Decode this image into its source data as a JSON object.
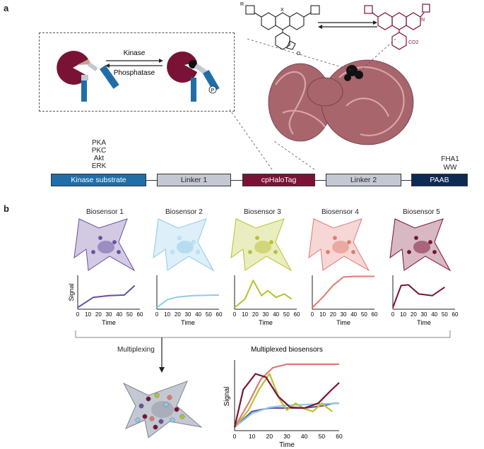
{
  "panels": {
    "a": "a",
    "b": "b"
  },
  "switch_box": {
    "kinase": "Kinase",
    "phosphatase": "Phosphatase",
    "phospho": "P"
  },
  "dye": {
    "x_label": "X",
    "r_label": "R",
    "n_label": "N",
    "o_label": "O",
    "co2_label": "CO2"
  },
  "kinases": [
    "PKA",
    "PKC",
    "Akt",
    "ERK"
  ],
  "paab_domains": [
    "FHA1",
    "WW"
  ],
  "construct": {
    "kinase_substrate": "Kinase substrate",
    "linker1": "Linker 1",
    "cphalotag": "cpHaloTag",
    "linker2": "Linker 2",
    "paab": "PAAB"
  },
  "colors": {
    "biosensor1": "#6a4fa0",
    "biosensor2": "#8ecbe6",
    "biosensor3": "#b8c22e",
    "biosensor4": "#e07a72",
    "biosensor5": "#7a1236",
    "kinase_substrate_bar": "#1f6ea8",
    "cphalotag_bar": "#7a1236",
    "paab_bar": "#0d2a55",
    "linker_bar": "#c3c8d3",
    "protein": "#a8656c"
  },
  "biosensors": [
    {
      "name": "Biosensor 1"
    },
    {
      "name": "Biosensor 2"
    },
    {
      "name": "Biosensor 3"
    },
    {
      "name": "Biosensor 4"
    },
    {
      "name": "Biosensor 5"
    }
  ],
  "small_plot_axes": {
    "ylabel": "Signal",
    "xlabel": "Time",
    "ticks": [
      "0",
      "10",
      "20",
      "30",
      "40",
      "50",
      "60"
    ]
  },
  "multiplexing_label": "Multiplexing",
  "chart_data": {
    "type": "line",
    "title": "Multiplexed biosensors",
    "xlabel": "Time",
    "ylabel": "Signal",
    "xlim": [
      0,
      60
    ],
    "x_ticks": [
      "0",
      "10",
      "20",
      "30",
      "40",
      "50",
      "60"
    ],
    "series": [
      {
        "color": "#6a4fa0",
        "x": [
          0,
          10,
          20,
          30,
          40,
          50,
          57,
          60
        ],
        "y": [
          0.05,
          0.28,
          0.33,
          0.33,
          0.33,
          0.36,
          0.4,
          0.4
        ]
      },
      {
        "color": "#8ecbe6",
        "x": [
          0,
          10,
          20,
          30,
          40,
          50,
          60
        ],
        "y": [
          0.05,
          0.25,
          0.34,
          0.37,
          0.38,
          0.39,
          0.4
        ]
      },
      {
        "color": "#b8c22e",
        "x": [
          0,
          8,
          14,
          20,
          26,
          30,
          35,
          40,
          45,
          50,
          56
        ],
        "y": [
          0.05,
          0.3,
          0.6,
          0.83,
          0.45,
          0.3,
          0.4,
          0.32,
          0.28,
          0.4,
          0.28
        ]
      },
      {
        "color": "#e07a72",
        "x": [
          0,
          8,
          15,
          22,
          30,
          40,
          50,
          60
        ],
        "y": [
          0.05,
          0.4,
          0.75,
          0.92,
          0.97,
          0.97,
          0.97,
          0.97
        ]
      },
      {
        "color": "#7a1236",
        "x": [
          0,
          5,
          12,
          18,
          25,
          32,
          40,
          48,
          55,
          60
        ],
        "y": [
          0.05,
          0.6,
          0.83,
          0.78,
          0.5,
          0.34,
          0.33,
          0.4,
          0.58,
          0.7
        ]
      }
    ]
  }
}
